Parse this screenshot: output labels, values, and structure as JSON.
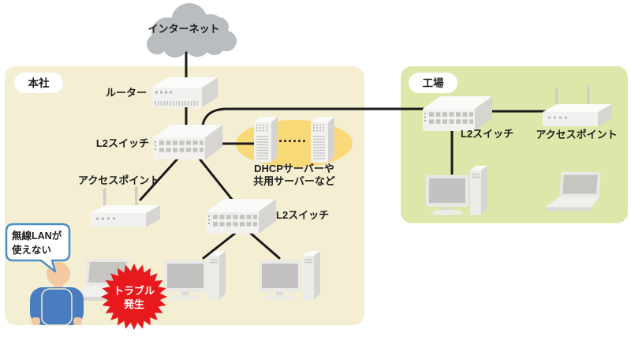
{
  "diagram": {
    "internet_label": "インターネット",
    "head_office": {
      "area_label": "本社",
      "router_label": "ルーター",
      "core_switch_label": "L2スイッチ",
      "access_point_label": "アクセスポイント",
      "floor_switch_label": "L2スイッチ",
      "servers": {
        "dots": "......",
        "label_line1": "DHCPサーバーや",
        "label_line2": "共用サーバーなど"
      },
      "speech_bubble_line1": "無線LANが",
      "speech_bubble_line2": "使えない",
      "trouble_line1": "トラブル",
      "trouble_line2": "発生"
    },
    "factory": {
      "area_label": "工場",
      "switch_label": "L2スイッチ",
      "access_point_label": "アクセスポイント"
    },
    "colors": {
      "head_office_bg": "#f4eed2",
      "factory_bg": "#dce8a9",
      "cloud_gray": "#b9bdbf",
      "cable_black": "#1a1a1a",
      "server_highlight": "#f9d878",
      "trouble_red": "#e8191c",
      "person_blue": "#4a7cc0",
      "skin": "#f3c9a1",
      "bubble_border": "#4a90c8"
    }
  }
}
